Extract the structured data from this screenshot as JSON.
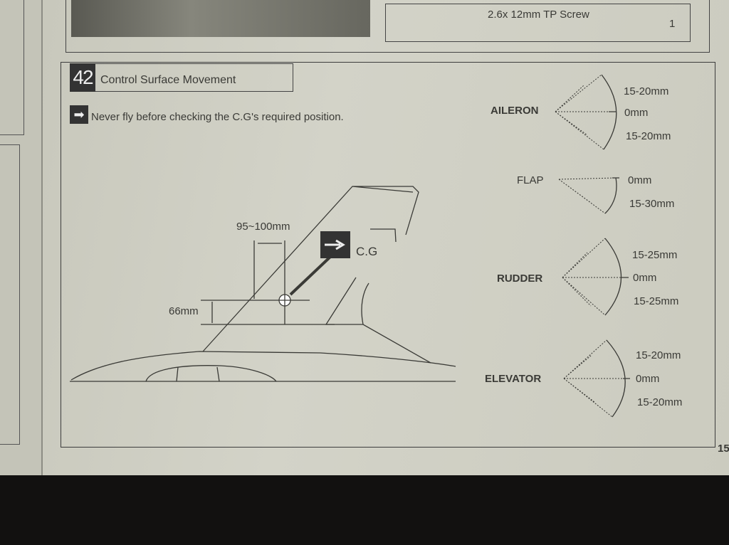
{
  "parts_list": {
    "item": "2.6x 12mm TP Screw",
    "quantity": "1"
  },
  "step": {
    "number": "42",
    "title": "Control Surface Movement",
    "warning": "Never fly before checking the C.G's required position."
  },
  "cg_diagram": {
    "cg_label": "C.G",
    "horizontal_distance": "95~100mm",
    "vertical_distance": "66mm"
  },
  "surfaces": [
    {
      "name": "AILERON",
      "up": "15-20mm",
      "neutral": "0mm",
      "down": "15-20mm"
    },
    {
      "name": "FLAP",
      "neutral": "0mm",
      "down": "15-30mm"
    },
    {
      "name": "RUDDER",
      "up": "15-25mm",
      "neutral": "0mm",
      "down": "15-25mm"
    },
    {
      "name": "ELEVATOR",
      "up": "15-20mm",
      "neutral": "0mm",
      "down": "15-20mm"
    }
  ],
  "page_number": "15"
}
